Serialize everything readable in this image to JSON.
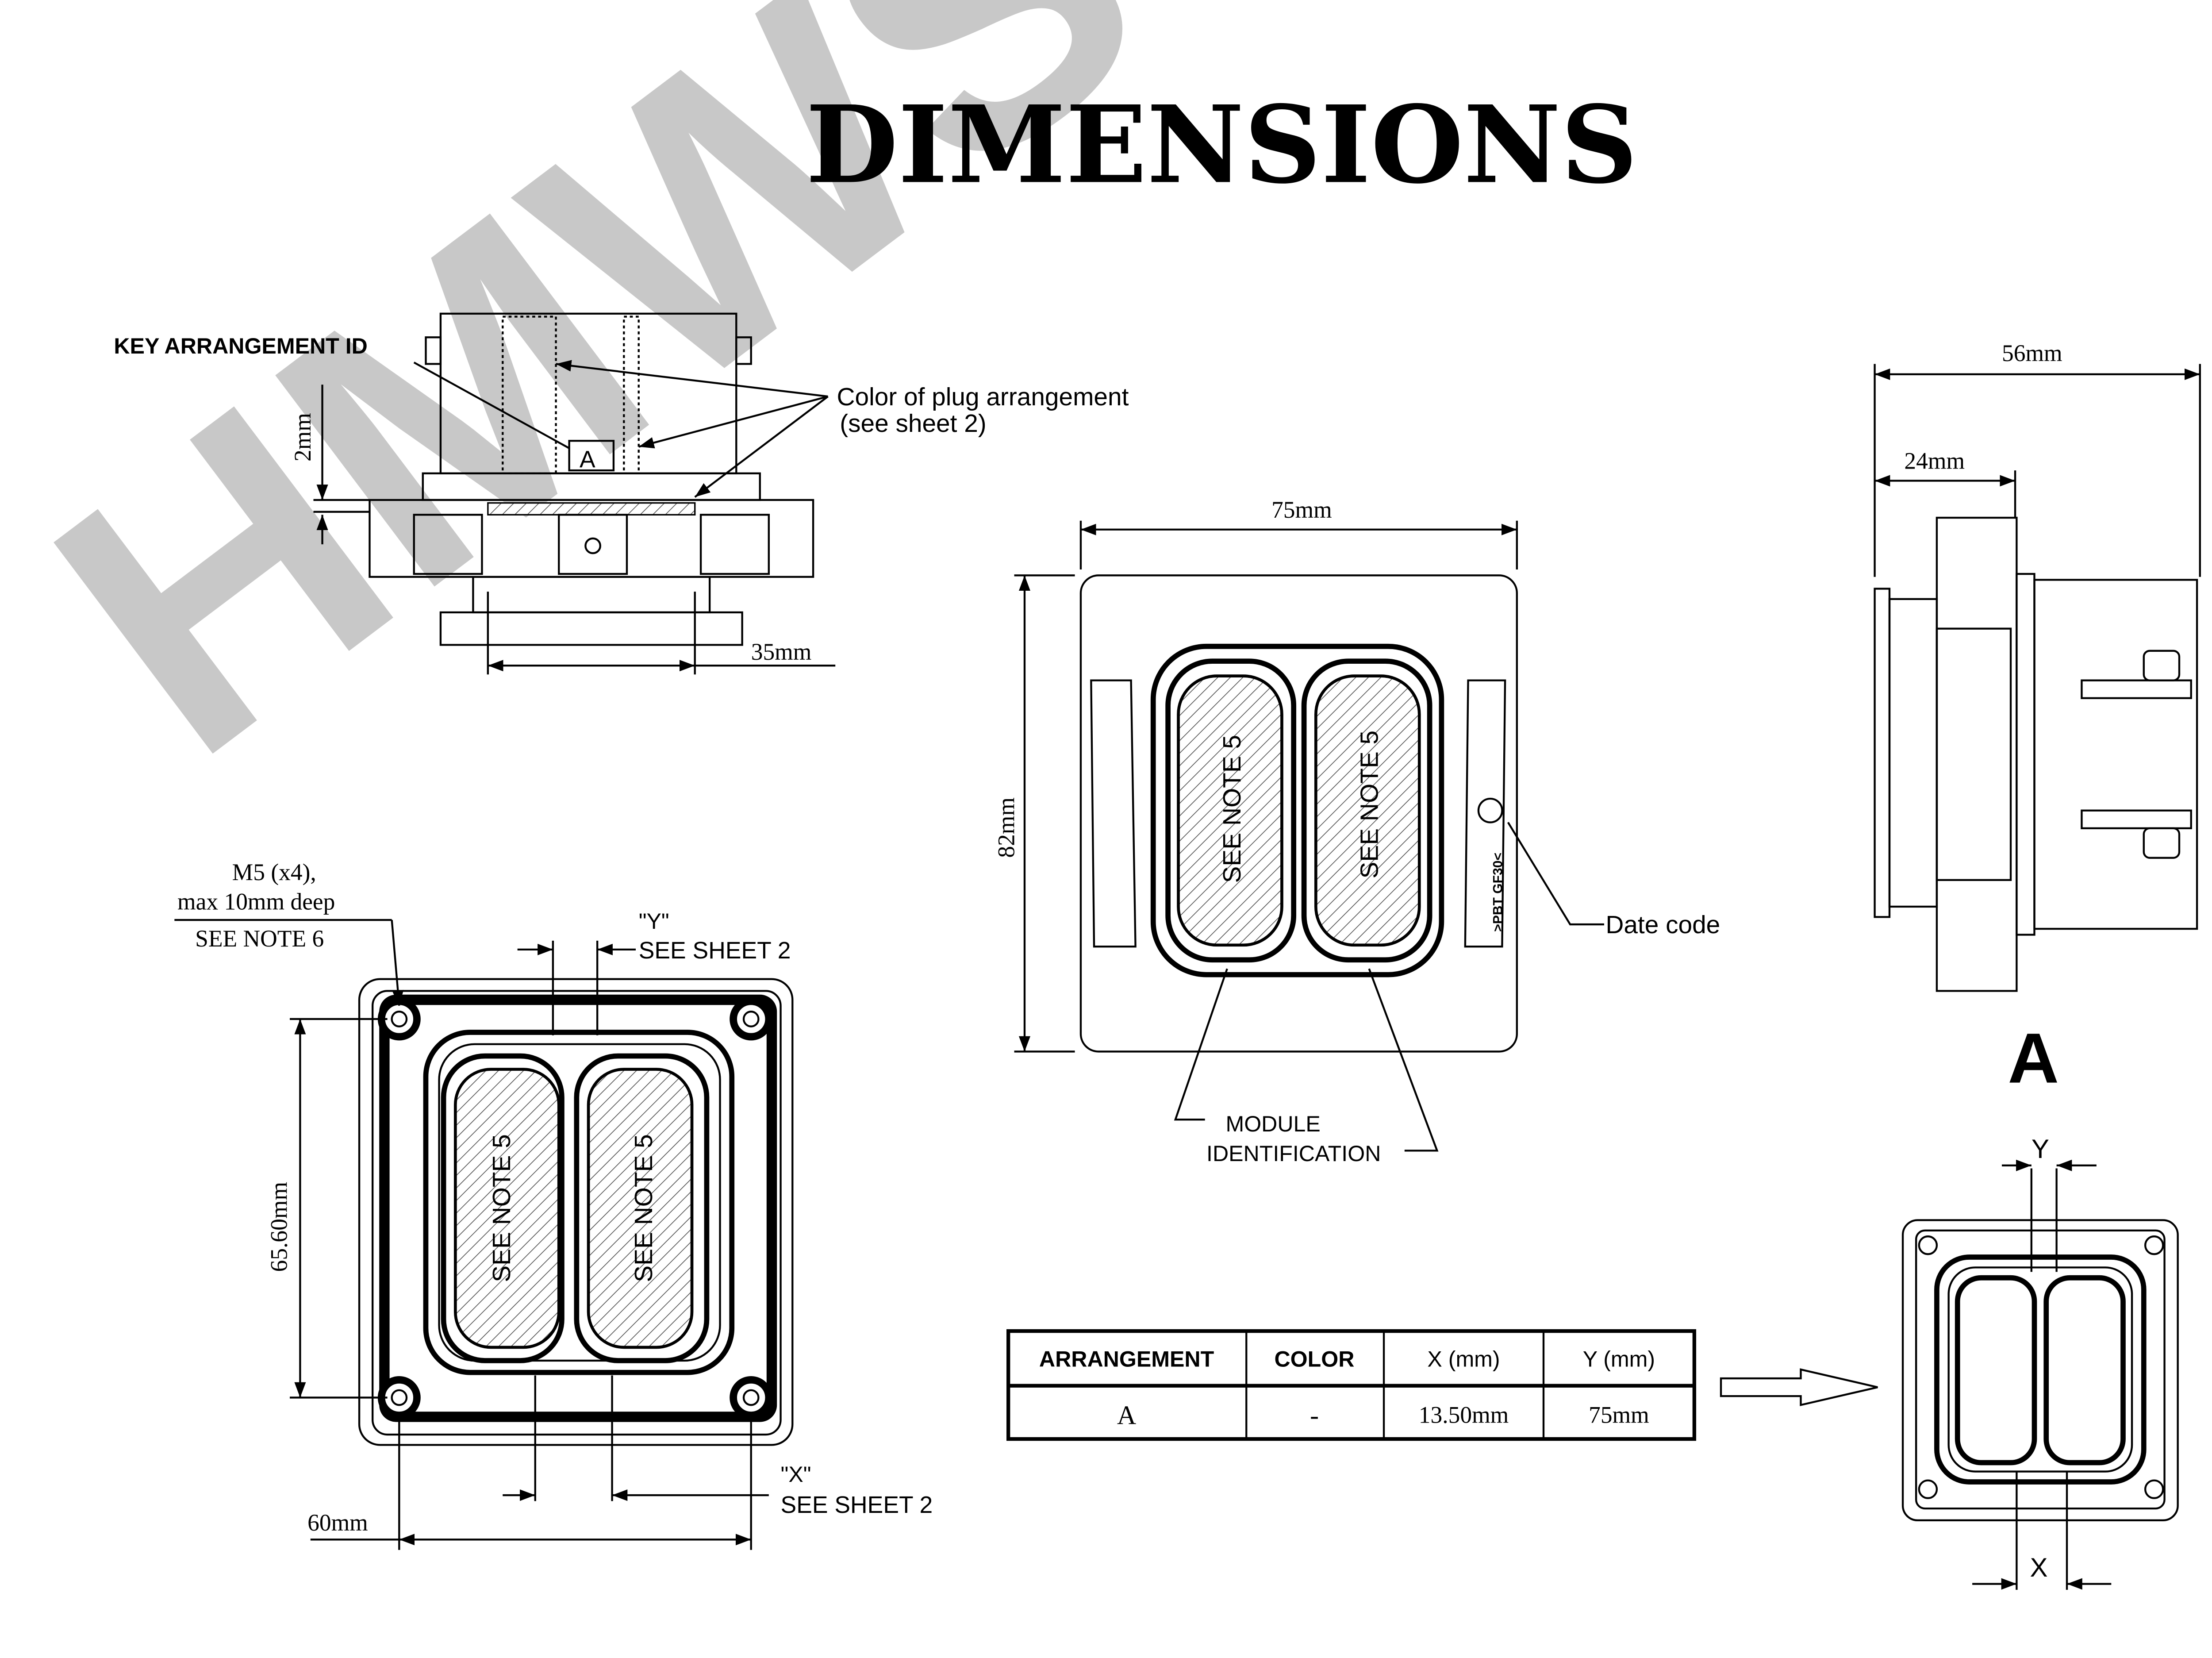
{
  "title": "DIMENSIONS",
  "watermark": "HMWS",
  "top_view": {
    "key_arrangement_label": "KEY ARRANGEMENT ID",
    "key_id": "A",
    "dim_2mm": "2mm",
    "color_label_line1": "Color of plug arrangement",
    "color_label_line2": "(see sheet 2)",
    "dim_35mm": "35mm"
  },
  "front_view": {
    "dim_width": "75mm",
    "dim_height": "82mm",
    "note_left": "SEE NOTE 5",
    "note_right": "SEE NOTE 5",
    "material_mark": ">PBT GF30<",
    "date_code_label": "Date code",
    "module_label_line1": "MODULE",
    "module_label_line2": "IDENTIFICATION"
  },
  "side_view": {
    "dim_56mm": "56mm",
    "dim_24mm": "24mm",
    "view_label": "A"
  },
  "bottom_view": {
    "thread_line1": "M5 (x4),",
    "thread_line2": "max 10mm deep",
    "thread_note": "SEE NOTE 6",
    "y_label": "\"Y\"",
    "y_see": "SEE SHEET 2",
    "dim_65_60": "65.60mm",
    "note_left": "SEE NOTE 5",
    "note_right": "SEE NOTE 5",
    "x_label": "\"X\"",
    "x_see": "SEE SHEET 2",
    "dim_60mm": "60mm"
  },
  "table": {
    "headers": [
      "ARRANGEMENT",
      "COLOR",
      "X (mm)",
      "Y (mm)"
    ],
    "rows": [
      [
        "A",
        "-",
        "13.50mm",
        "75mm"
      ]
    ]
  },
  "detail_view": {
    "y_label": "Y",
    "x_label": "X"
  }
}
